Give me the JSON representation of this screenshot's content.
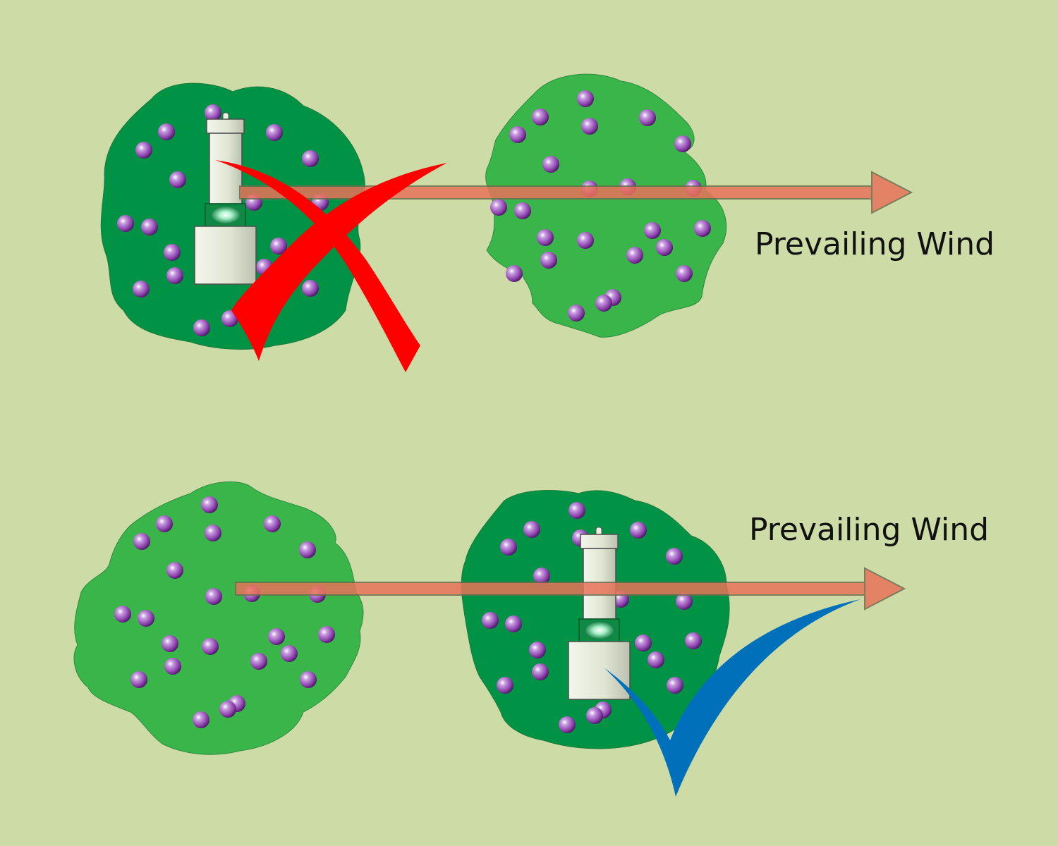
{
  "colors": {
    "background": "#cddba6",
    "bush_dark": "#009245",
    "bush_light": "#39b54a",
    "berry": "#8e44ad",
    "wind_arrow": "#e8735a",
    "cross_mark": "#ff0000",
    "check_mark": "#0070bb"
  },
  "panels": [
    {
      "wind_label": "Prevailing Wind",
      "verdict_icon": "red-x-icon",
      "verdict": "incorrect"
    },
    {
      "wind_label": "Prevailing Wind",
      "verdict_icon": "blue-checkmark-icon",
      "verdict": "correct"
    }
  ]
}
